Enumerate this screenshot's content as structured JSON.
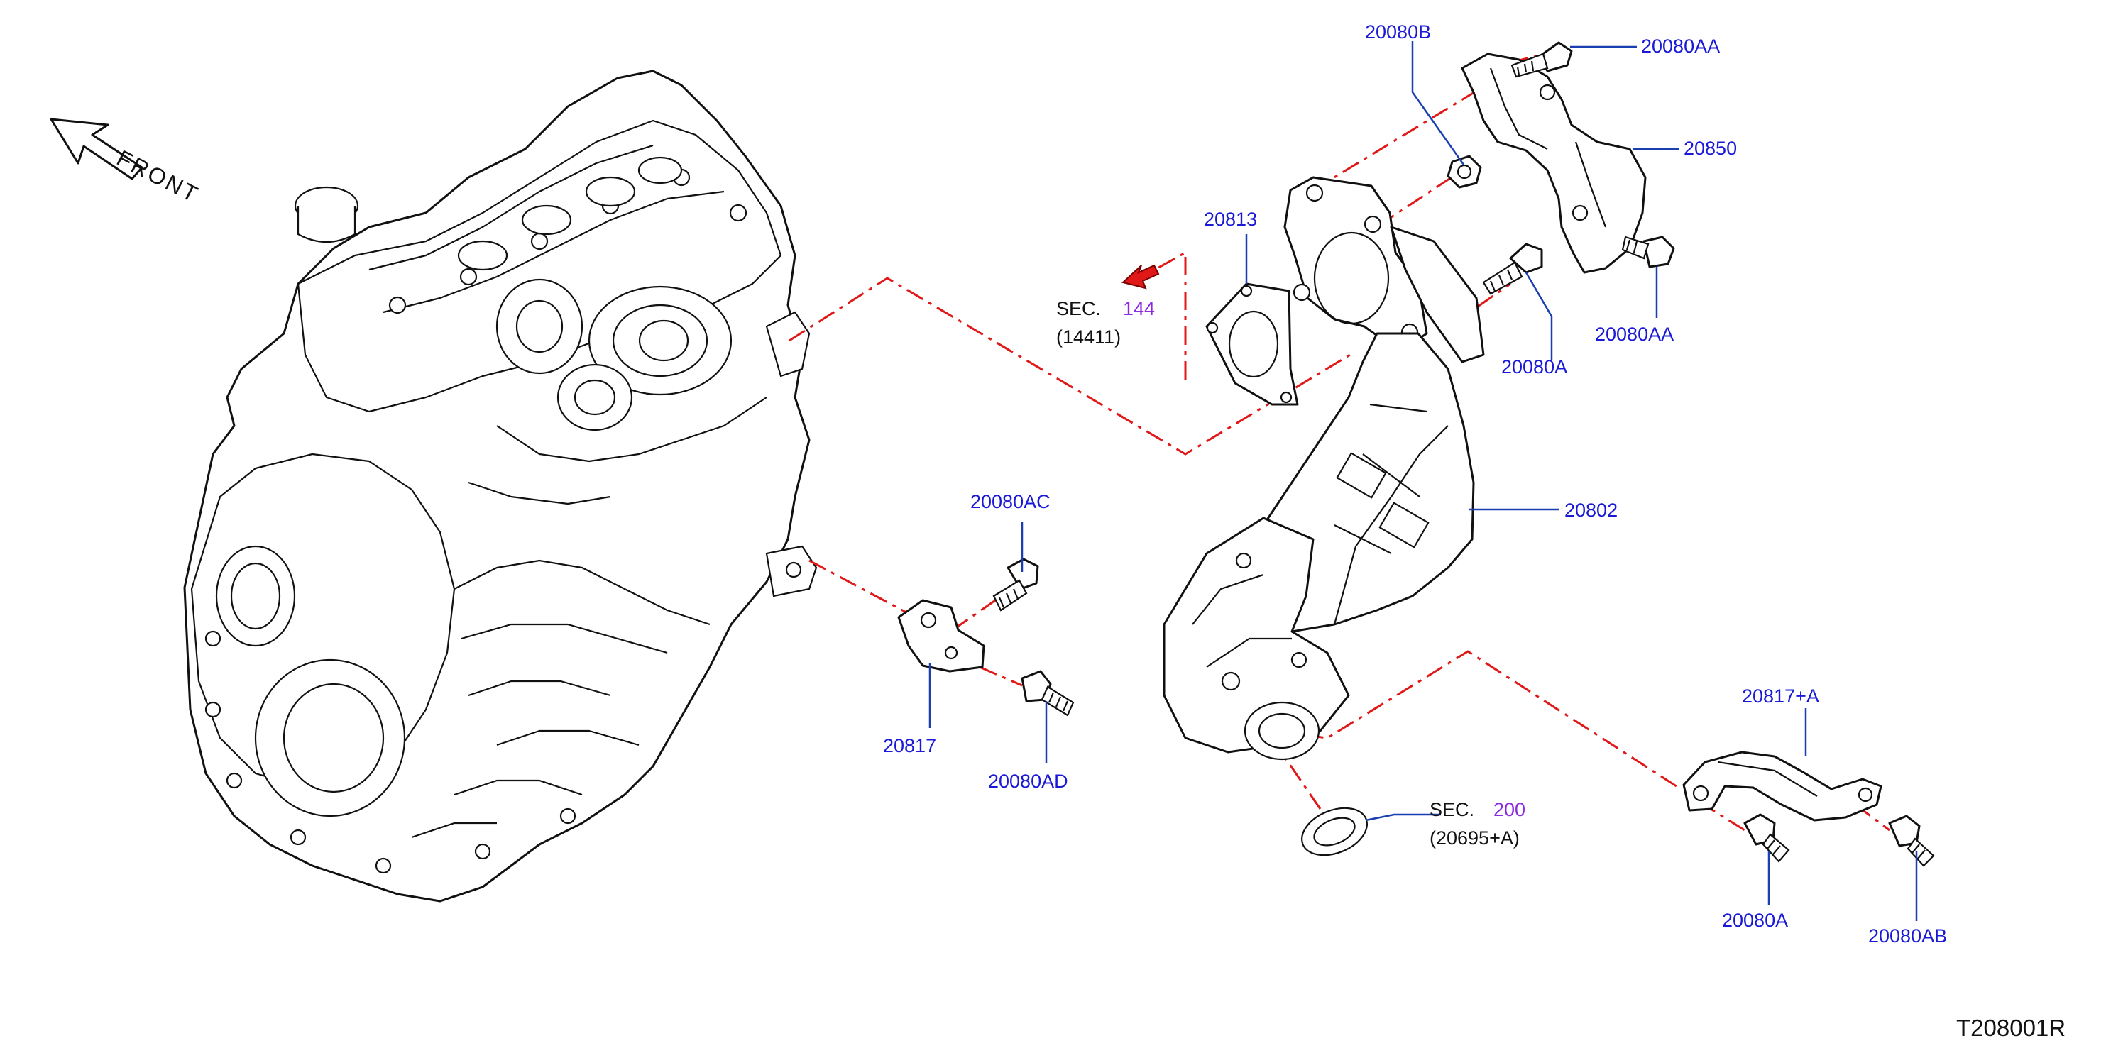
{
  "diagram": {
    "front_label": "FRONT",
    "reference_code": "T208001R",
    "sections": [
      {
        "prefix": "SEC.",
        "number": "144",
        "sub": "(14411)"
      },
      {
        "prefix": "SEC.",
        "number": "200",
        "sub": "(20695+A)"
      }
    ],
    "callouts": {
      "p20080B": "20080B",
      "p20080AA_top": "20080AA",
      "p20850": "20850",
      "p20813": "20813",
      "p20080AA_right": "20080AA",
      "p20080A_upper": "20080A",
      "p20802": "20802",
      "p20080AC": "20080AC",
      "p20817": "20817",
      "p20080AD": "20080AD",
      "p20817A": "20817+A",
      "p20080A_lower": "20080A",
      "p20080AB": "20080AB"
    },
    "colors": {
      "callout_text": "#1a1ad6",
      "leader_line": "#1a3fb0",
      "section_number": "#8a2be2",
      "assembly_path": "#e01818",
      "line_art": "#111111"
    }
  }
}
